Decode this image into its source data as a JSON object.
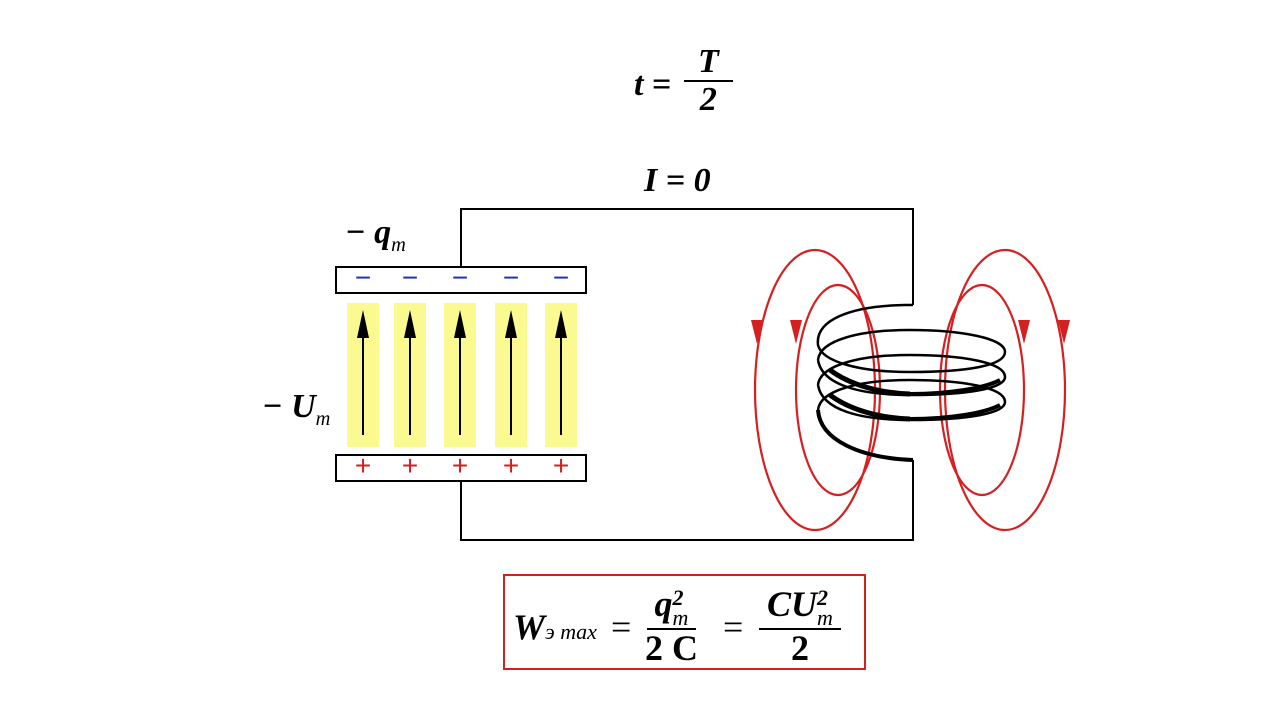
{
  "time": {
    "var": "t",
    "eq": "=",
    "num": "T",
    "den": "2"
  },
  "current": "I = 0",
  "charge_label": {
    "sign": "−",
    "var": "q",
    "sub": "m"
  },
  "voltage_label": {
    "sign": "−",
    "var": "U",
    "sub": "m"
  },
  "plate_top_signs": [
    "−",
    "−",
    "−",
    "−",
    "−"
  ],
  "plate_bottom_signs": [
    "+",
    "+",
    "+",
    "+",
    "+"
  ],
  "energy_formula": {
    "lhs": "W",
    "lhs_sub": "э max",
    "eq": "=",
    "frac1_num": "q",
    "frac1_num_sub": "m",
    "frac1_num_sup": "2",
    "frac1_den": "2 C",
    "frac2_num": "CU",
    "frac2_num_sub": "m",
    "frac2_num_sup": "2",
    "frac2_den": "2"
  },
  "colors": {
    "field": "#d42020",
    "plate_minus": "#2030c0",
    "plate_plus": "#d02020",
    "field_strip": "#fafa90",
    "box": "#d02020"
  }
}
